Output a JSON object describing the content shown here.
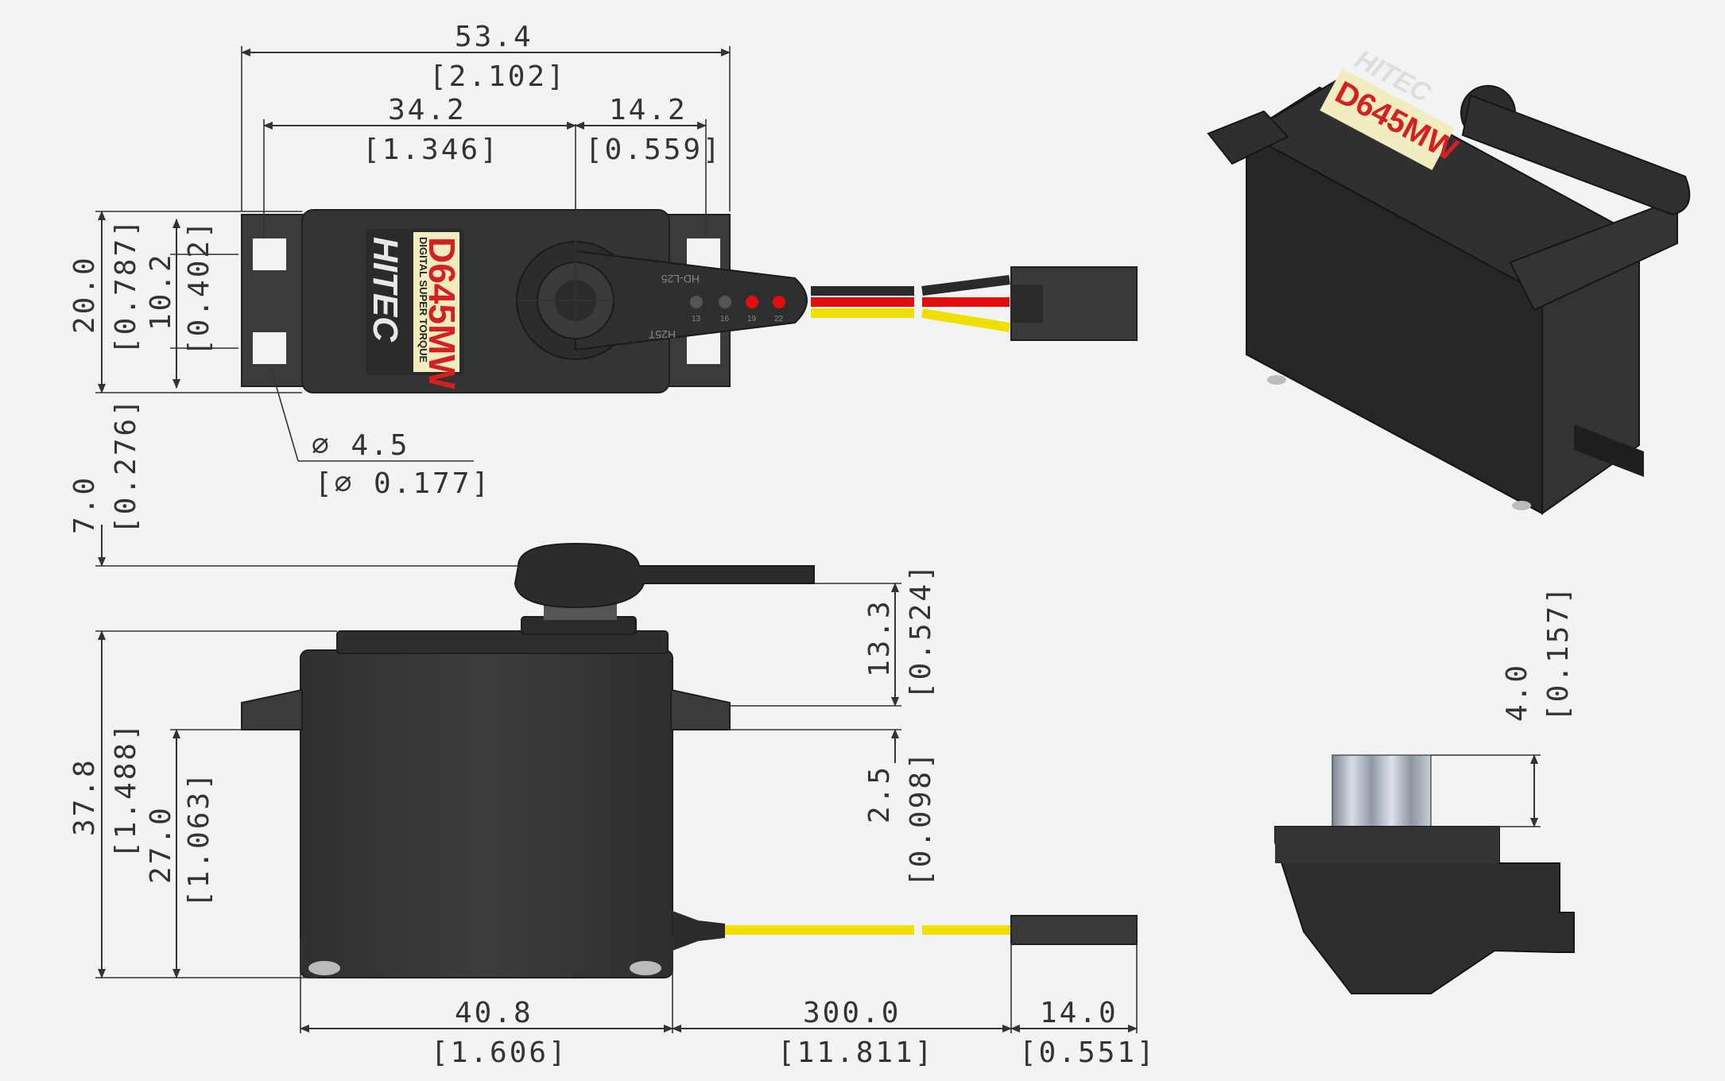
{
  "brand": "HITEC",
  "model": "D645MW",
  "tagline": "DIGITAL SUPER TORQUE",
  "horn_label": "H25T",
  "horn_label2": "HD-L25",
  "horn_hole_labels": [
    "13",
    "16",
    "19",
    "22"
  ],
  "spline_label": "H25T",
  "dims": {
    "overall_width": "53.4",
    "overall_width_in": "[2.102]",
    "mount_to_shaft": "34.2",
    "mount_to_shaft_in": "[1.346]",
    "shaft_to_mount": "14.2",
    "shaft_to_mount_in": "[0.559]",
    "body_width_top": "20.0",
    "body_width_top_in": "[0.787]",
    "hole_spacing": "10.2",
    "hole_spacing_in": "[0.402]",
    "hole_dia": "⌀ 4.5",
    "hole_dia_in": "[⌀ 0.177]",
    "horn_height": "7.0",
    "horn_height_in": "[0.276]",
    "flange_to_top": "13.3",
    "flange_to_top_in": "[0.524]",
    "flange_thickness": "2.5",
    "flange_thickness_in": "[0.098]",
    "total_height": "37.8",
    "total_height_in": "[1.488]",
    "flange_height": "27.0",
    "flange_height_in": "[1.063]",
    "body_length": "40.8",
    "body_length_in": "[1.606]",
    "wire_length": "300.0",
    "wire_length_in": "[11.811]",
    "connector_length": "14.0",
    "connector_length_in": "[0.551]",
    "spline_height": "4.0",
    "spline_height_in": "[0.157]"
  },
  "colors": {
    "background": "#f2f3f5",
    "servo_body": "#3a3a3a",
    "label_bg": "#f3ecc0",
    "label_red": "#d42020",
    "wire_red": "#e01010",
    "wire_yellow": "#f0e000",
    "wire_black": "#2a2a2a"
  }
}
